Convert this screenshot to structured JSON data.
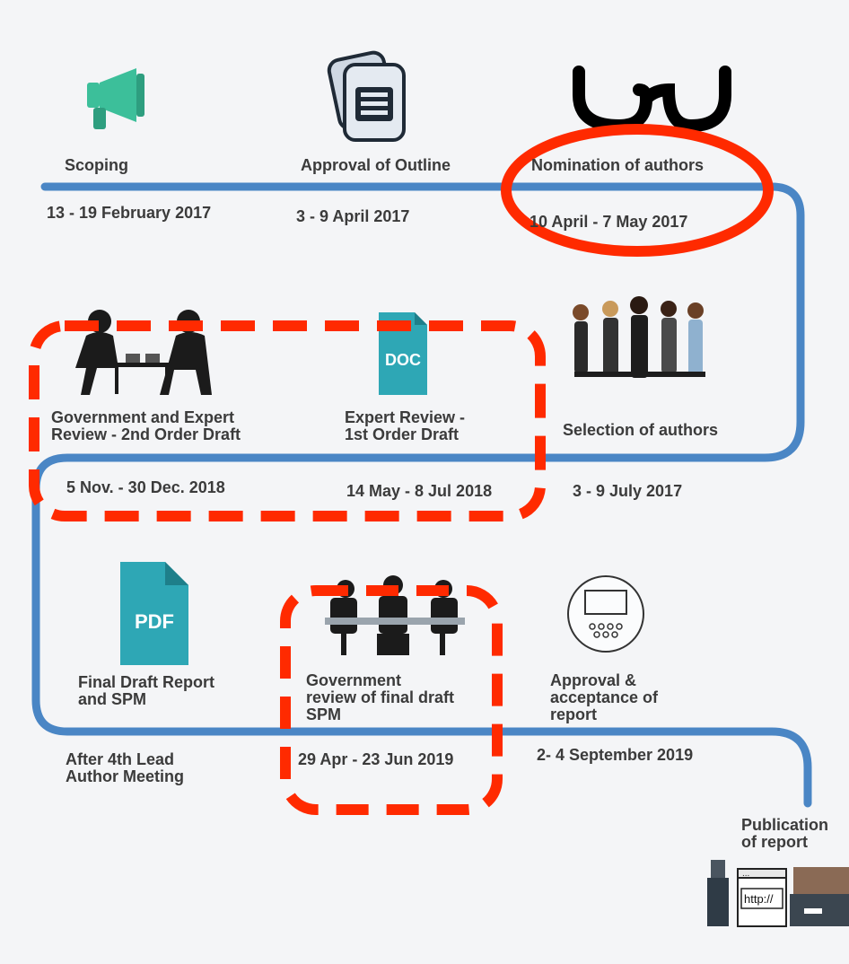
{
  "timeline": {
    "colors": {
      "path": "#4a86c5",
      "highlight": "#ff2a00",
      "doc_teal": "#2ea7b5",
      "icon_dark": "#1b1b1b",
      "megaphone": "#3cbf9a"
    },
    "stages": [
      {
        "id": "scoping",
        "title": "Scoping",
        "date": "13 - 19 February 2017",
        "icon": "megaphone-icon"
      },
      {
        "id": "approval-outline",
        "title": "Approval of Outline",
        "date": "3 - 9 April 2017",
        "icon": "document-icon"
      },
      {
        "id": "nomination",
        "title": "Nomination of authors",
        "date": "10 April - 7 May 2017",
        "icon": "glasses-icon",
        "highlight": "solid-ellipse"
      },
      {
        "id": "selection",
        "title": "Selection of authors",
        "date": "3 - 9 July 2017",
        "icon": "people-group-icon"
      },
      {
        "id": "expert-review",
        "title": "Expert Review -\n1st Order Draft",
        "date": "14 May - 8 Jul 2018",
        "icon": "doc-file-icon",
        "file_label": "DOC",
        "highlight": "dashed-box"
      },
      {
        "id": "gov-expert-review",
        "title": "Government and Expert\nReview - 2nd Order Draft",
        "date": "5 Nov. - 30 Dec. 2018",
        "icon": "meeting-icon",
        "highlight": "dashed-box"
      },
      {
        "id": "final-draft",
        "title": "Final Draft Report\nand SPM",
        "date": "After 4th Lead\nAuthor Meeting",
        "icon": "pdf-file-icon",
        "file_label": "PDF"
      },
      {
        "id": "gov-review-final",
        "title": "Government\nreview of final draft\nSPM",
        "date": "29 Apr - 23 Jun 2019",
        "icon": "conference-table-icon",
        "highlight": "dashed-box"
      },
      {
        "id": "approval-acceptance",
        "title": "Approval &\nacceptance of\nreport",
        "date": "2- 4 September 2019",
        "icon": "presentation-icon"
      },
      {
        "id": "publication",
        "title": "Publication\nof report",
        "date": "",
        "icon": "publication-icon",
        "browser_text": "http://"
      }
    ]
  }
}
